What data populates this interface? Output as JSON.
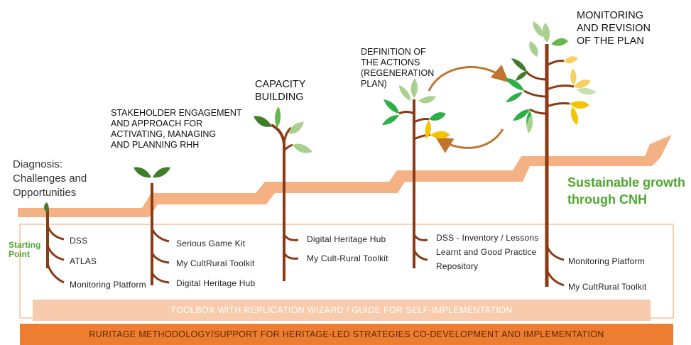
{
  "colors": {
    "arrow": "#f4b183",
    "trunk": "#8b3a13",
    "green_bright": "#2eaf4a",
    "green_dark": "#3f7d2a",
    "green_light": "#a9d08e",
    "yellow": "#f5c400",
    "toolbox_bar": "#f8cbad",
    "base_bar": "#ed7d31",
    "growth_text": "#4ea72e",
    "frame": "#f4b183"
  },
  "diagnosis": {
    "text": "Diagnosis:\nChallenges and\nOpportunities"
  },
  "starting_point": "Starting\nPoint",
  "stages": [
    {
      "title": "STAKEHOLDER ENGAGEMENT\nAND APPROACH FOR\nACTIVATING, MANAGING\nAND PLANNING RHH"
    },
    {
      "title": "CAPACITY\nBUILDING"
    },
    {
      "title": "DEFINITION OF\nTHE ACTIONS\n(REGENERATION\nPLAN)"
    },
    {
      "title": "MONITORING\nAND REVISION\nOF THE PLAN"
    }
  ],
  "tools": {
    "diagnosis": [
      "DSS",
      "ATLAS",
      "Monitoring Platform"
    ],
    "stakeholder": [
      "Serious Game Kit",
      "My CultRural Toolkit",
      "Digital Heritage Hub"
    ],
    "capacity": [
      "Digital Heritage Hub",
      "My Cult-Rural Toolkit"
    ],
    "definition": [
      "DSS - Inventory / Lessons",
      "Learnt  and Good Practice",
      "Repository"
    ],
    "monitoring": [
      "Monitoring Platform",
      "My CultRural Toolkit"
    ]
  },
  "growth": "Sustainable growth\nthrough CNH",
  "toolbox_bar": "TOOLBOX WITH REPLICATION WIZARD  / GUIDE FOR SELF-IMPLEMENTATION",
  "base_bar": "RURITAGE METHODOLOGY/SUPPORT FOR HERITAGE-LED STRATEGIES CO-DEVELOPMENT AND IMPLEMENTATION"
}
